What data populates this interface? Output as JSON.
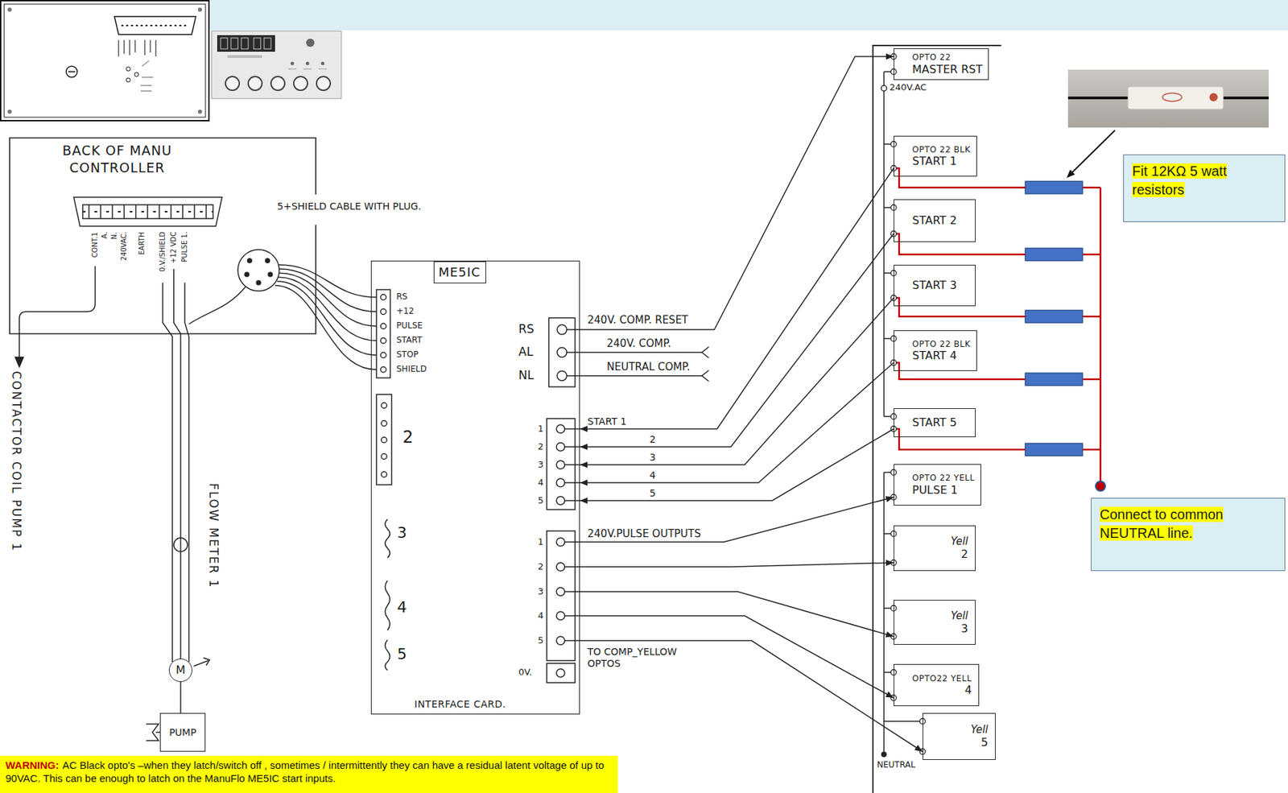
{
  "diagram": {
    "nodes": [
      {
        "text": [
          "BACK OF MANU CONTROLLER"
        ]
      },
      {
        "text": [
          "M"
        ]
      },
      {
        "text": [
          "PUMP"
        ]
      },
      {
        "text": [
          "INTERFACE CARD."
        ]
      },
      {
        "text": [
          "ME5IC"
        ],
        "in": 3
      },
      {
        "text": [
          "OPTO 22",
          "MASTER RST"
        ]
      },
      {
        "text": [
          "OPTO 22 BLK",
          "START 1"
        ]
      },
      {
        "text": [
          "START 2"
        ]
      },
      {
        "text": [
          "START 3"
        ]
      },
      {
        "text": [
          "OPTO 22 BLK",
          "START 4"
        ]
      },
      {
        "text": [
          "START 5"
        ]
      },
      {
        "text": [
          "OPTO 22 YELL",
          "PULSE 1"
        ]
      },
      {
        "text": [
          "Yell",
          "2"
        ]
      },
      {
        "text": [
          "Yell",
          "3"
        ]
      },
      {
        "text": [
          "OPTO22 YELL",
          "4"
        ]
      },
      {
        "text": [
          "Yell",
          "5"
        ]
      },
      {
        "text": [
          "Fit 12KΩ 5 watt resistors"
        ]
      },
      {
        "text": [
          "Connect to common NEUTRAL line."
        ]
      },
      {
        "text": [
          "WARNING:",
          "AC Black opto's –when they latch/switch off , sometimes / intermittently they can have a residual latent voltage of up to 90VAC. This can be enough to latch on the ManuFlo ME5IC start inputs."
        ]
      }
    ],
    "edges": [
      {
        "from": 0,
        "to": 1,
        "arrow": "none"
      },
      {
        "from": 1,
        "to": 2,
        "arrow": "none"
      },
      {
        "from": 3,
        "to": 5,
        "label": "240V. COMP. RESET",
        "arrow": "to"
      },
      {
        "from": 6,
        "to": 3,
        "label": "START 1",
        "arrow": "to"
      },
      {
        "from": 7,
        "to": 3,
        "label": "2",
        "arrow": "to"
      },
      {
        "from": 8,
        "to": 3,
        "label": "3",
        "arrow": "to"
      },
      {
        "from": 9,
        "to": 3,
        "label": "4",
        "arrow": "to"
      },
      {
        "from": 10,
        "to": 3,
        "label": "5",
        "arrow": "to"
      },
      {
        "from": 3,
        "to": 11,
        "label": "240V.PULSE OUTPUTS",
        "arrow": "to"
      },
      {
        "from": 3,
        "to": 12,
        "arrow": "to"
      },
      {
        "from": 3,
        "to": 13,
        "arrow": "to"
      },
      {
        "from": 3,
        "to": 14,
        "arrow": "to"
      },
      {
        "from": 3,
        "to": 15,
        "arrow": "to"
      }
    ],
    "labels": [
      "CONT.1",
      "A.",
      "N.",
      "240VAC.",
      "EARTH",
      "0.V./SHIELD",
      "+12 VDC",
      "PULSE 1.",
      "CONTACTOR COIL PUMP 1",
      "FLOW METER 1",
      "5+SHIELD CABLE WITH PLUG.",
      "RS",
      "+12",
      "PULSE",
      "START",
      "STOP",
      "SHIELD",
      "2",
      "3",
      "4",
      "5",
      "RS",
      "AL",
      "NL",
      "1",
      "2",
      "3",
      "4",
      "5",
      "1",
      "2",
      "3",
      "4",
      "5",
      "0V.",
      "240V. COMP.",
      "NEUTRAL COMP.",
      "TO COMP_YELLOW OPTOS",
      "240V.AC",
      "NEUTRAL"
    ]
  }
}
